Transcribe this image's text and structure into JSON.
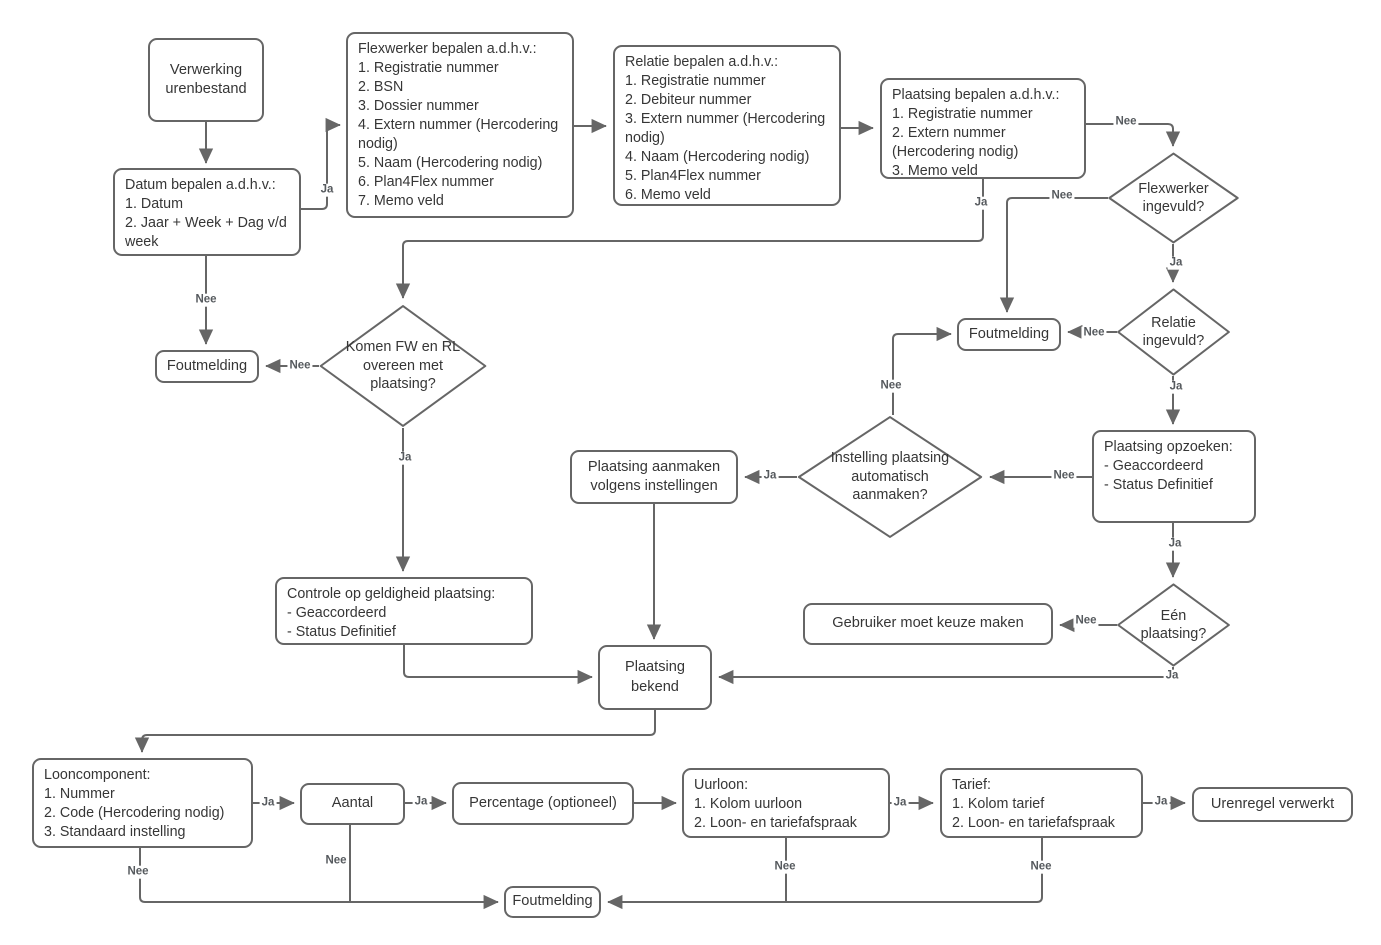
{
  "diagram": {
    "title": "Verwerking urenbestand flowchart",
    "colors": {
      "stroke": "#666666",
      "node_fill": "#ffffff",
      "text": "#363636",
      "edge_label": "#565a5e",
      "background": "#ffffff"
    },
    "nodes": {
      "verwerking": {
        "text": "Verwerking urenbestand"
      },
      "datum": {
        "title": "Datum bepalen a.d.h.v.:",
        "items": [
          "1. Datum",
          "2. Jaar + Week + Dag v/d week"
        ]
      },
      "flexwerker": {
        "title": "Flexwerker bepalen a.d.h.v.:",
        "items": [
          "1. Registratie nummer",
          "2. BSN",
          "3. Dossier nummer",
          "4. Extern nummer (Hercodering nodig)",
          "5. Naam (Hercodering nodig)",
          "6. Plan4Flex nummer",
          "7. Memo veld"
        ]
      },
      "relatie": {
        "title": "Relatie bepalen a.d.h.v.:",
        "items": [
          "1. Registratie nummer",
          "2. Debiteur nummer",
          "3. Extern nummer (Hercodering nodig)",
          "4. Naam (Hercodering nodig)",
          "5. Plan4Flex nummer",
          "6. Memo veld"
        ]
      },
      "plaatsing_bepalen": {
        "title": "Plaatsing bepalen a.d.h.v.:",
        "items": [
          "1. Registratie nummer",
          "2. Extern nummer (Hercodering nodig)",
          "3. Memo veld"
        ]
      },
      "flexwerker_ingevuld": {
        "text": "Flexwerker ingevuld?"
      },
      "relatie_ingevuld": {
        "text": "Relatie ingevuld?"
      },
      "foutmelding_rechts": {
        "text": "Foutmelding"
      },
      "plaatsing_opzoeken": {
        "title": "Plaatsing opzoeken:",
        "items": [
          "- Geaccordeerd",
          "- Status Definitief"
        ]
      },
      "instelling_aanmaken": {
        "text": "Instelling plaatsing automatisch aanmaken?"
      },
      "plaatsing_aanmaken": {
        "text": "Plaatsing aanmaken volgens instellingen"
      },
      "komen_overeen": {
        "text": "Komen FW en RL overeen met plaatsing?"
      },
      "foutmelding_links": {
        "text": "Foutmelding"
      },
      "controle": {
        "title": "Controle op geldigheid plaatsing:",
        "items": [
          "- Geaccordeerd",
          "- Status Definitief"
        ]
      },
      "een_plaatsing": {
        "text": "Eén plaatsing?"
      },
      "gebruiker_keuze": {
        "text": "Gebruiker moet keuze maken"
      },
      "plaatsing_bekend": {
        "text": "Plaatsing bekend"
      },
      "looncomponent": {
        "title": "Looncomponent:",
        "items": [
          "1. Nummer",
          "2. Code (Hercodering nodig)",
          "3. Standaard instelling"
        ]
      },
      "aantal": {
        "text": "Aantal"
      },
      "percentage": {
        "text": "Percentage (optioneel)"
      },
      "uurloon": {
        "title": "Uurloon:",
        "items": [
          "1. Kolom uurloon",
          "2. Loon- en tariefafspraak"
        ]
      },
      "tarief": {
        "title": "Tarief:",
        "items": [
          "1. Kolom tarief",
          "2. Loon- en tariefafspraak"
        ]
      },
      "urenregel": {
        "text": "Urenregel verwerkt"
      },
      "foutmelding_onder": {
        "text": "Foutmelding"
      }
    },
    "edge_labels": {
      "ja": "Ja",
      "nee": "Nee"
    }
  }
}
